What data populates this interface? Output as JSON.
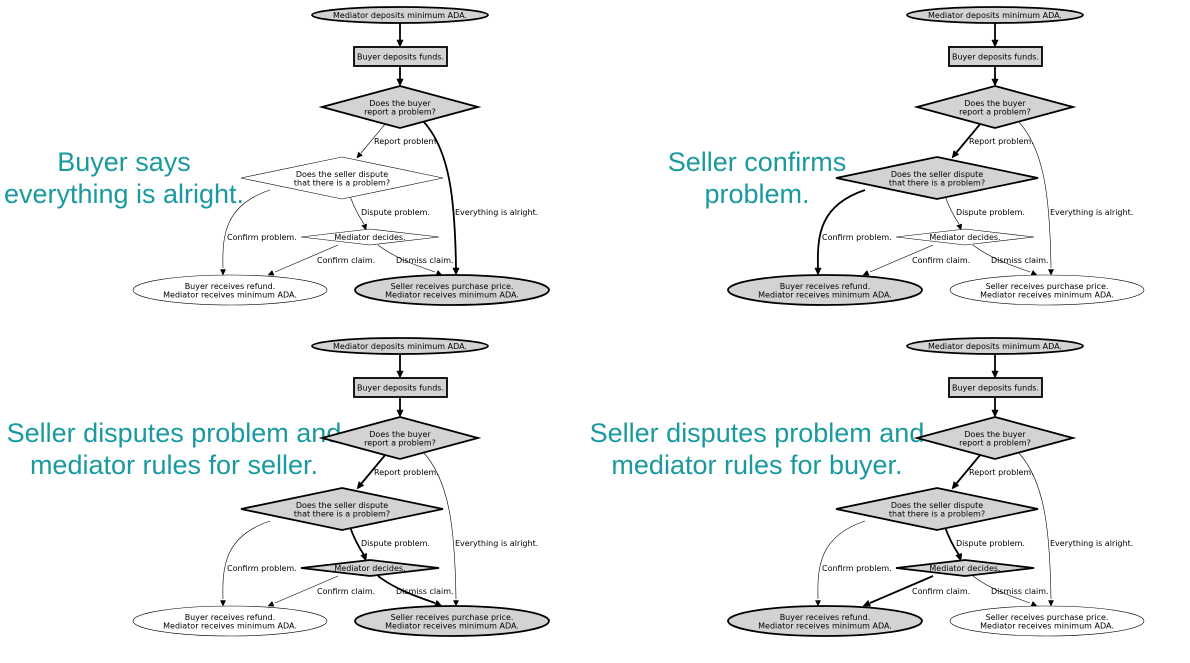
{
  "colors": {
    "caption": "#1a9aa0",
    "active_fill": "#d3d3d3",
    "inactive_fill": "#ffffff",
    "stroke": "#000000"
  },
  "nodes": {
    "mediator_deposit": "Mediator deposits minimum ADA.",
    "buyer_deposit": "Buyer deposits funds.",
    "buyer_report_line1": "Does the buyer",
    "buyer_report_line2": "report a problem?",
    "seller_dispute_line1": "Does the seller dispute",
    "seller_dispute_line2": "that there is a problem?",
    "mediator_decides": "Mediator decides.",
    "buyer_refund_line1": "Buyer receives refund.",
    "buyer_refund_line2": "Mediator receives minimum ADA.",
    "seller_price_line1": "Seller receives purchase price.",
    "seller_price_line2": "Mediator receives minimum ADA."
  },
  "edges": {
    "report_problem": "Report problem.",
    "everything_alright": "Everything is alright.",
    "dispute_problem": "Dispute problem.",
    "confirm_problem": "Confirm problem.",
    "confirm_claim": "Confirm claim.",
    "dismiss_claim": "Dismiss claim."
  },
  "panels": [
    {
      "caption_line1": "Buyer says",
      "caption_line2": "everything is alright.",
      "active_nodes": [
        "mediator_deposit",
        "buyer_deposit",
        "buyer_report",
        "seller_price"
      ],
      "active_edges": [
        "deposit_to_buyer",
        "buyer_to_report",
        "everything_alright"
      ]
    },
    {
      "caption_line1": "Seller confirms",
      "caption_line2": "problem.",
      "active_nodes": [
        "mediator_deposit",
        "buyer_deposit",
        "buyer_report",
        "seller_dispute",
        "buyer_refund"
      ],
      "active_edges": [
        "deposit_to_buyer",
        "buyer_to_report",
        "report_problem",
        "confirm_problem"
      ]
    },
    {
      "caption_line1": "Seller disputes problem and",
      "caption_line2": "mediator rules for seller.",
      "active_nodes": [
        "mediator_deposit",
        "buyer_deposit",
        "buyer_report",
        "seller_dispute",
        "mediator_decides",
        "seller_price"
      ],
      "active_edges": [
        "deposit_to_buyer",
        "buyer_to_report",
        "report_problem",
        "dispute_problem",
        "dismiss_claim"
      ]
    },
    {
      "caption_line1": "Seller disputes problem and",
      "caption_line2": "mediator rules for buyer.",
      "active_nodes": [
        "mediator_deposit",
        "buyer_deposit",
        "buyer_report",
        "seller_dispute",
        "mediator_decides",
        "buyer_refund"
      ],
      "active_edges": [
        "deposit_to_buyer",
        "buyer_to_report",
        "report_problem",
        "dispute_problem",
        "confirm_claim"
      ]
    }
  ]
}
